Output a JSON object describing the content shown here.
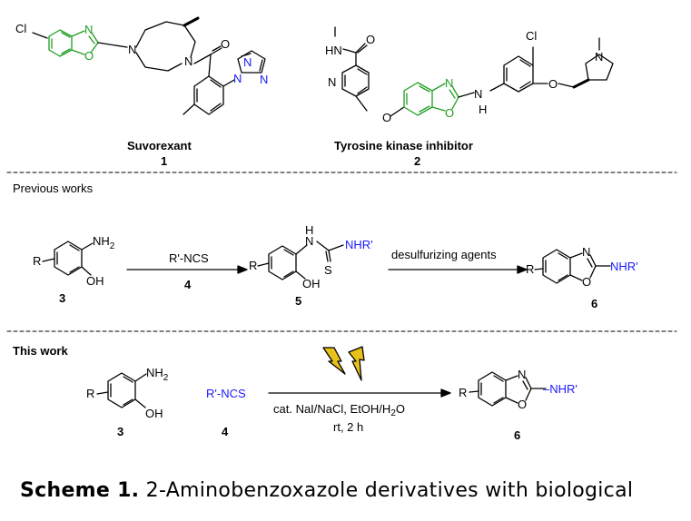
{
  "atoms": {
    "cl": "Cl",
    "n": "N",
    "o": "O",
    "hn": "HN",
    "h": "H",
    "nh2": "NH",
    "nh2_sub": "2",
    "oh": "OH",
    "r": "R",
    "s": "S",
    "nhr": "NHR'",
    "nhr_dash": "–NHR'"
  },
  "compounds": {
    "suvorexant_name": "Suvorexant",
    "suvorexant_num": "1",
    "tki_name": "Tyrosine kinase inhibitor",
    "tki_num": "2",
    "aminophenol_num": "3",
    "isothiocyanate": "R'-NCS",
    "isothiocyanate_num": "4",
    "thiourea_num": "5",
    "product_num": "6"
  },
  "sections": {
    "previous": "Previous works",
    "this_work": "This work"
  },
  "conditions": {
    "desulfurizing": "desulfurizing agents",
    "catalyst_pre": "cat. NaI/NaCl, EtOH/H",
    "catalyst_sub": "2",
    "catalyst_post": "O",
    "time": "rt, 2 h"
  },
  "caption": {
    "label": "Scheme 1.",
    "text": "2-Aminobenzoxazole derivatives with biological"
  },
  "colors": {
    "green_ring": "#1f9e1f",
    "blue_label": "#1a1aff",
    "lightning": "#e8c21a"
  }
}
